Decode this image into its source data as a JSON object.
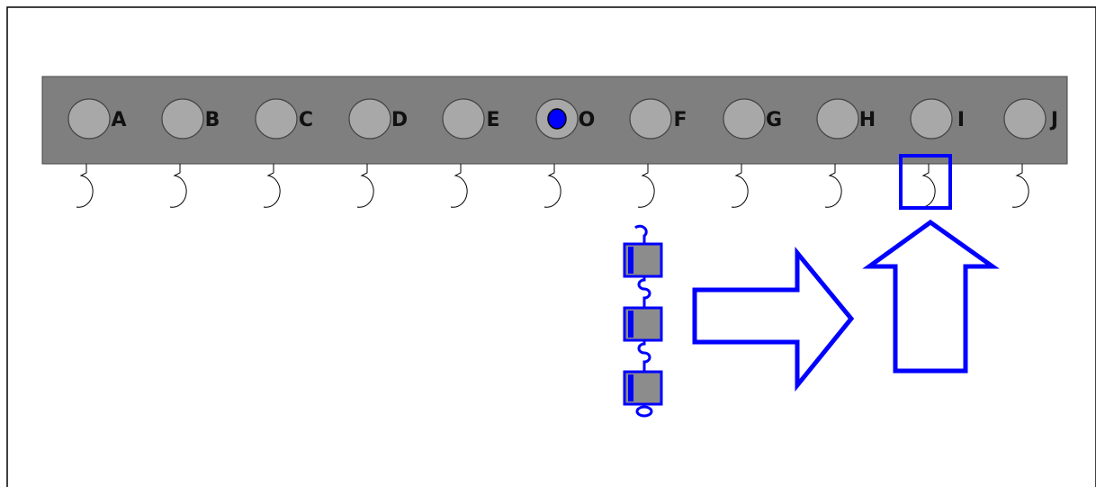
{
  "hooks_bar": {
    "labels": [
      "A",
      "B",
      "C",
      "D",
      "E",
      "O",
      "F",
      "G",
      "H",
      "I",
      "J"
    ],
    "selected_index": 5,
    "highlighted_hook_index": 9
  },
  "weight_chain": {
    "count": 3
  },
  "colors": {
    "bar": "#7f7f7f",
    "knob": "#a8a8a8",
    "accent": "#0000ff",
    "weight": "#8c8c8c",
    "frame": "#000000"
  },
  "icons": {
    "move_right": "right-arrow-icon",
    "move_up": "up-arrow-icon"
  }
}
